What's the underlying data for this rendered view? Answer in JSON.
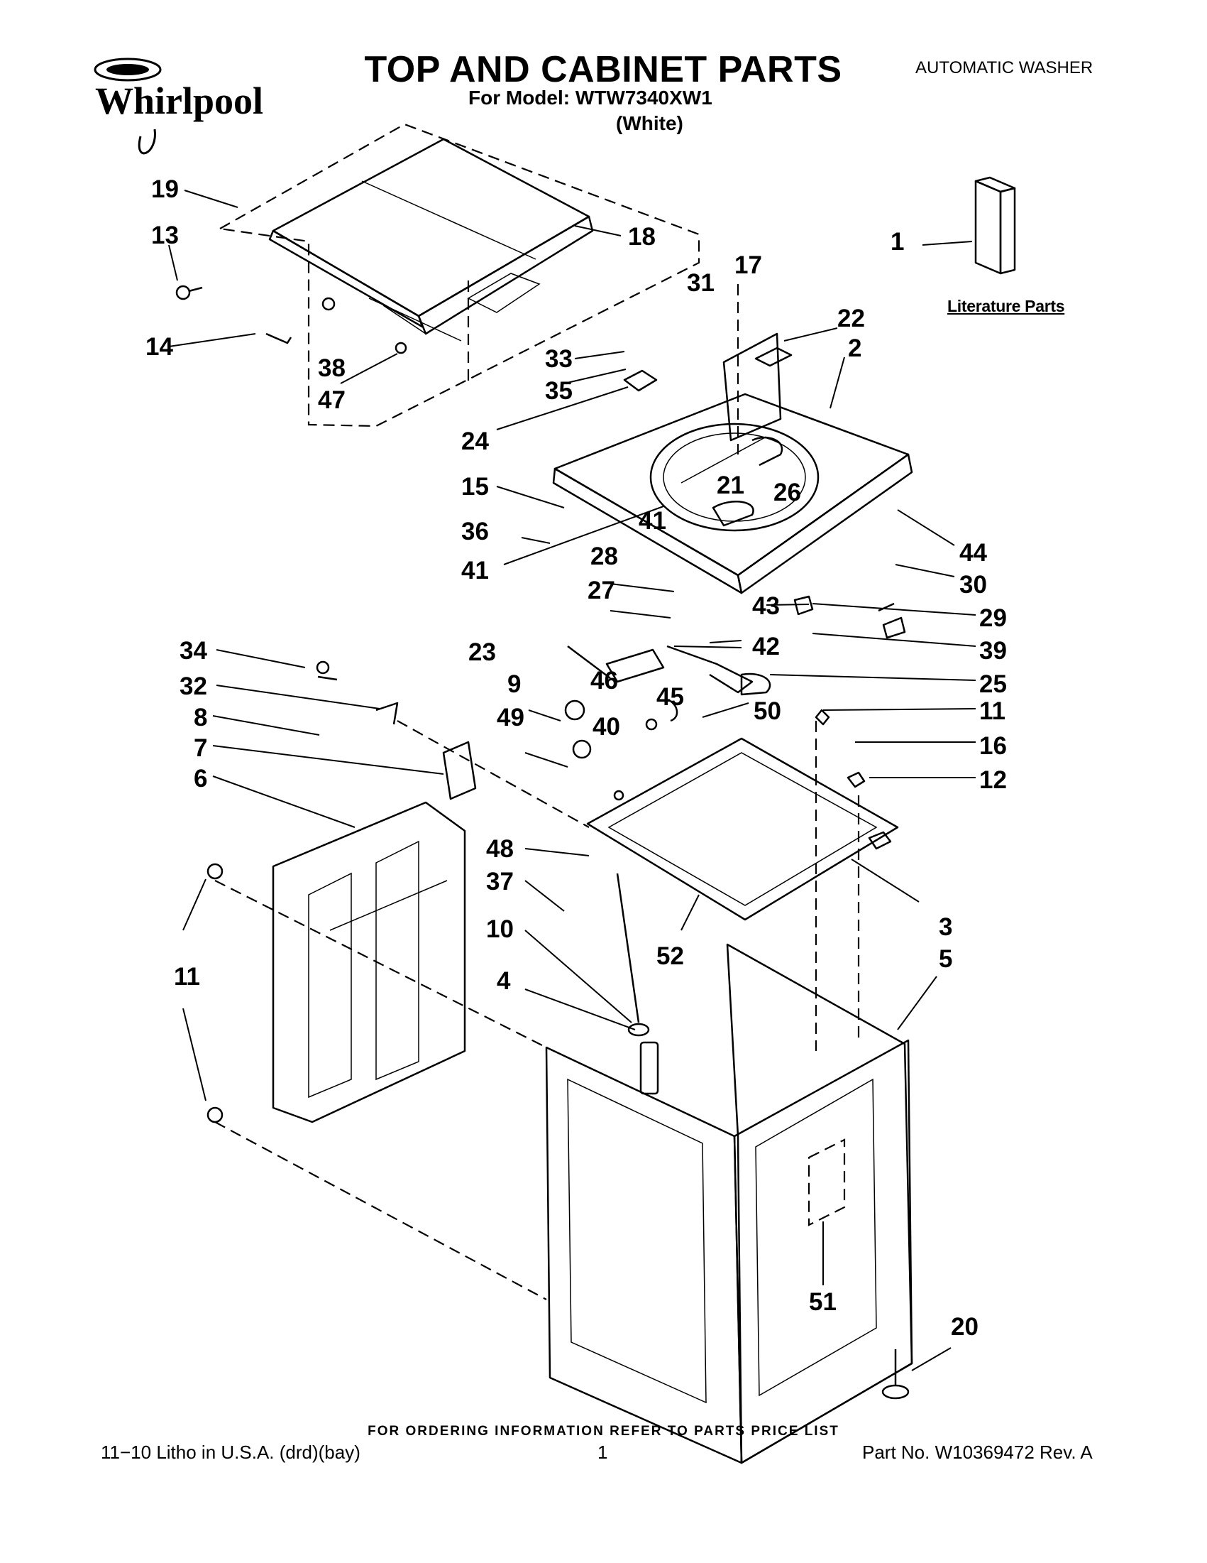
{
  "header": {
    "brand": "Whirlpool",
    "title": "TOP AND CABINET PARTS",
    "model_line": "For Model: WTW7340XW1",
    "color_line": "(White)",
    "product_type": "AUTOMATIC WASHER"
  },
  "literature": {
    "label": "Literature Parts",
    "callout": "1"
  },
  "callouts": [
    "19",
    "13",
    "18",
    "31",
    "17",
    "22",
    "2",
    "14",
    "38",
    "47",
    "33",
    "35",
    "24",
    "15",
    "21",
    "26",
    "41",
    "36",
    "28",
    "44",
    "30",
    "27",
    "43",
    "29",
    "41",
    "42",
    "39",
    "34",
    "23",
    "25",
    "32",
    "9",
    "46",
    "45",
    "50",
    "11",
    "8",
    "49",
    "40",
    "16",
    "7",
    "12",
    "6",
    "48",
    "37",
    "3",
    "10",
    "52",
    "5",
    "11",
    "4",
    "51",
    "20"
  ],
  "footer": {
    "note": "FOR ORDERING INFORMATION REFER TO PARTS PRICE LIST",
    "litho": "11−10 Litho in U.S.A. (drd)(bay)",
    "page": "1",
    "part_no": "Part No. W10369472 Rev. A"
  }
}
